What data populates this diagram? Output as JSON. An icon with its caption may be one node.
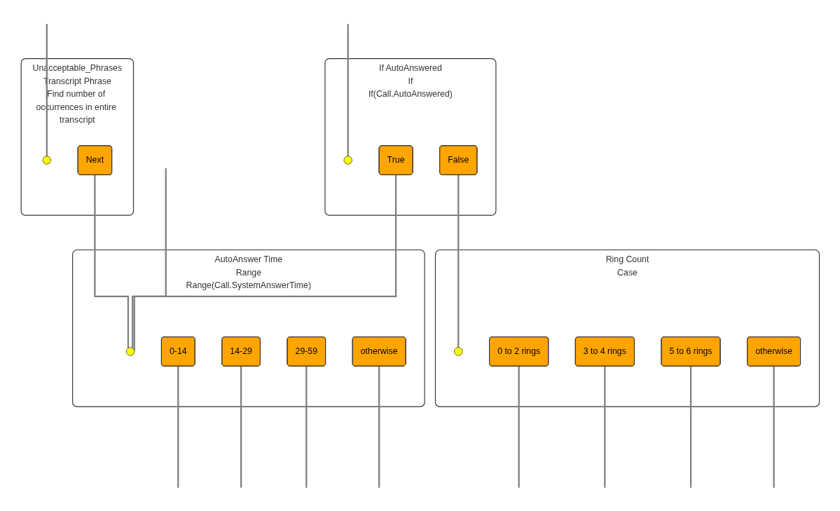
{
  "diagram": {
    "nodes": [
      {
        "text": [
          "Unacceptable_Phrases",
          "Transcript Phrase",
          "Find number of occurrences in entire transcript"
        ]
      },
      {
        "text": [],
        "shape": "circle",
        "in": 0
      },
      {
        "text": [
          "Next"
        ],
        "in": 0
      },
      {
        "text": [
          "If AutoAnswered",
          "If",
          "If(Call.AutoAnswered)"
        ]
      },
      {
        "text": [],
        "shape": "circle",
        "in": 3
      },
      {
        "text": [
          "True"
        ],
        "in": 3
      },
      {
        "text": [
          "False"
        ],
        "in": 3
      },
      {
        "text": [
          "AutoAnswer Time",
          "Range",
          "Range(Call.SystemAnswerTime)"
        ]
      },
      {
        "text": [],
        "shape": "circle",
        "in": 7
      },
      {
        "text": [
          "0-14"
        ],
        "in": 7
      },
      {
        "text": [
          "14-29"
        ],
        "in": 7
      },
      {
        "text": [
          "29-59"
        ],
        "in": 7
      },
      {
        "text": [
          "otherwise"
        ],
        "in": 7
      },
      {
        "text": [
          "Ring Count",
          "Case"
        ]
      },
      {
        "text": [],
        "shape": "circle",
        "in": 13
      },
      {
        "text": [
          "0 to 2 rings"
        ],
        "in": 13
      },
      {
        "text": [
          "3 to 4 rings"
        ],
        "in": 13
      },
      {
        "text": [
          "5 to 6 rings"
        ],
        "in": 13
      },
      {
        "text": [
          "otherwise"
        ],
        "in": 13
      }
    ],
    "edges": [
      {
        "from": null,
        "to": 1,
        "arrow": "none"
      },
      {
        "from": null,
        "to": 4,
        "arrow": "none"
      },
      {
        "from": 2,
        "to": 8,
        "arrow": "none"
      },
      {
        "from": 5,
        "to": 8,
        "arrow": "none"
      },
      {
        "from": null,
        "to": 8,
        "arrow": "none"
      },
      {
        "from": 6,
        "to": 14,
        "arrow": "none"
      },
      {
        "from": 9,
        "to": null,
        "arrow": "none"
      },
      {
        "from": 10,
        "to": null,
        "arrow": "none"
      },
      {
        "from": 11,
        "to": null,
        "arrow": "none"
      },
      {
        "from": 12,
        "to": null,
        "arrow": "none"
      },
      {
        "from": 15,
        "to": null,
        "arrow": "none"
      },
      {
        "from": 16,
        "to": null,
        "arrow": "none"
      },
      {
        "from": 17,
        "to": null,
        "arrow": "none"
      },
      {
        "from": 18,
        "to": null,
        "arrow": "none"
      }
    ]
  }
}
